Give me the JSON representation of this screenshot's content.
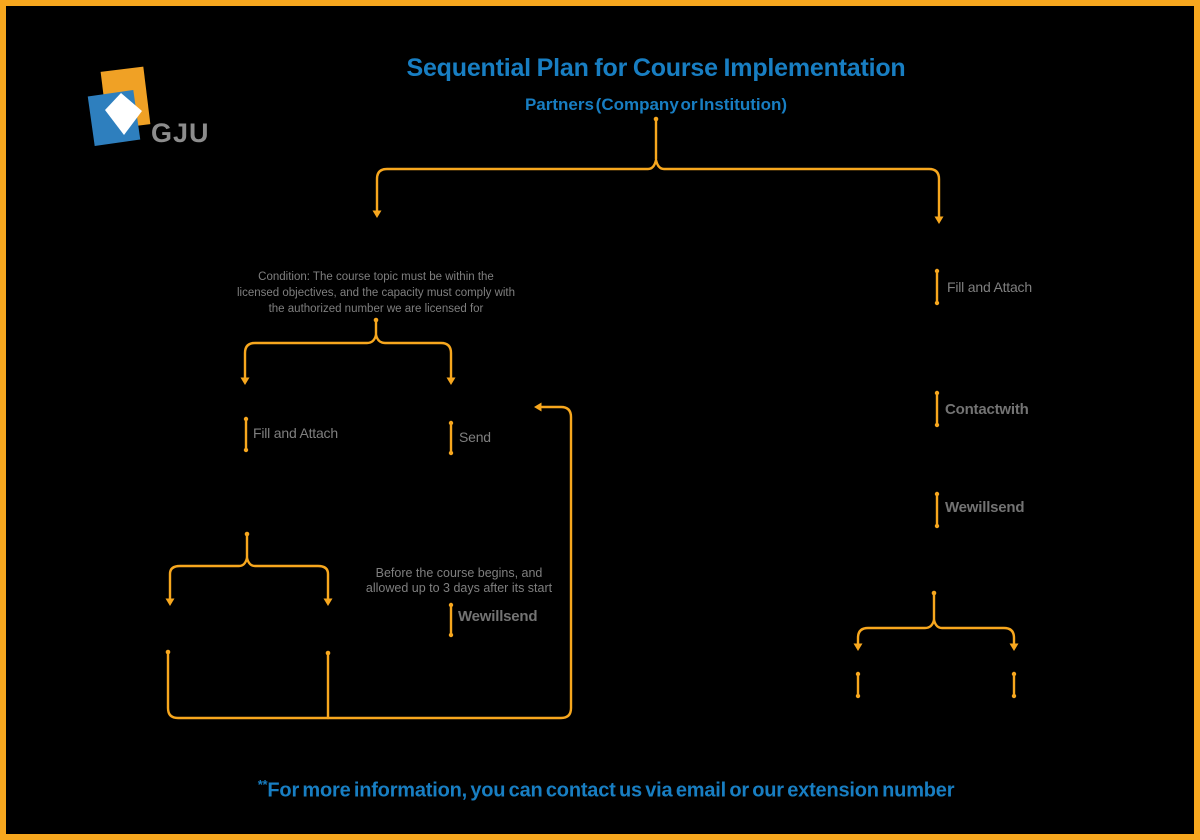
{
  "header": {
    "title": "Sequential Plan for Course Implementation",
    "subtitle": "Partners (Company or Institution)"
  },
  "logo": {
    "text": "GJU"
  },
  "diagram": {
    "condition_lines": [
      "Condition: The course topic must be within the",
      "licensed objectives, and the capacity must comply with",
      "the authorized number we are licensed for"
    ],
    "left_branch": {
      "fill_attach": "Fill and Attach",
      "send": "Send",
      "before_lines": [
        "Before the course begins, and",
        "allowed up to 3 days after its start"
      ],
      "we_will_send": "We will send"
    },
    "right_branch": {
      "fill_attach": "Fill and Attach",
      "contact_with": "Contact with",
      "we_will_send": "We will send"
    }
  },
  "footer": {
    "prefix": "**",
    "text": "For more information, you can contact us via email or our extension number"
  },
  "colors": {
    "accent_orange": "#F7A71E",
    "accent_blue": "#187EC2",
    "text_gray": "#7F7F7F",
    "logo_orange": "#F0A125",
    "logo_blue": "#2E7FBE",
    "logo_gray": "#8C8C8C",
    "background": "#000000"
  }
}
